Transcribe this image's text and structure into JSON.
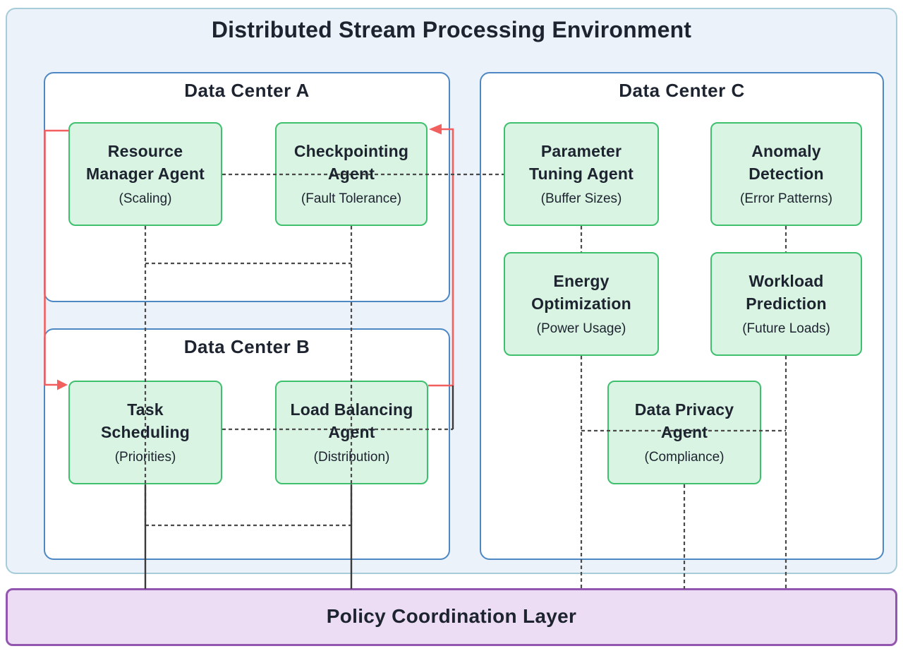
{
  "env": {
    "title": "Distributed Stream Processing Environment"
  },
  "data_centers": [
    {
      "label": "Data Center A"
    },
    {
      "label": "Data Center B"
    },
    {
      "label": "Data Center C"
    }
  ],
  "agents": {
    "resource_manager": {
      "line1": "Resource",
      "line2": "Manager Agent",
      "sub": "(Scaling)"
    },
    "checkpointing": {
      "line1": "Checkpointing",
      "line2": "Agent",
      "sub": "(Fault Tolerance)"
    },
    "task_scheduling": {
      "line1": "Task",
      "line2": "Scheduling",
      "sub": "(Priorities)"
    },
    "load_balancing": {
      "line1": "Load Balancing",
      "line2": "Agent",
      "sub": "(Distribution)"
    },
    "parameter_tuning": {
      "line1": "Parameter",
      "line2": "Tuning Agent",
      "sub": "(Buffer Sizes)"
    },
    "anomaly_detection": {
      "line1": "Anomaly",
      "line2": "Detection",
      "sub": "(Error Patterns)"
    },
    "energy_optimization": {
      "line1": "Energy",
      "line2": "Optimization",
      "sub": "(Power Usage)"
    },
    "workload_prediction": {
      "line1": "Workload",
      "line2": "Prediction",
      "sub": "(Future Loads)"
    },
    "data_privacy": {
      "line1": "Data Privacy",
      "line2": "Agent",
      "sub": "(Compliance)"
    }
  },
  "policy": {
    "label": "Policy Coordination Layer"
  },
  "colors": {
    "env_fill": "#ebf2f9",
    "env_border": "#a6cbd9",
    "dc_border": "#4e88c4",
    "agent_fill": "#d9f4e2",
    "agent_border": "#3ec06e",
    "policy_fill": "#ecdcf4",
    "policy_border": "#9356ae",
    "edge_red": "#f15f5f",
    "edge_dashed": "#4a4a4a",
    "edge_solid": "#3a3a3a",
    "text_dark": "#1d2430"
  }
}
